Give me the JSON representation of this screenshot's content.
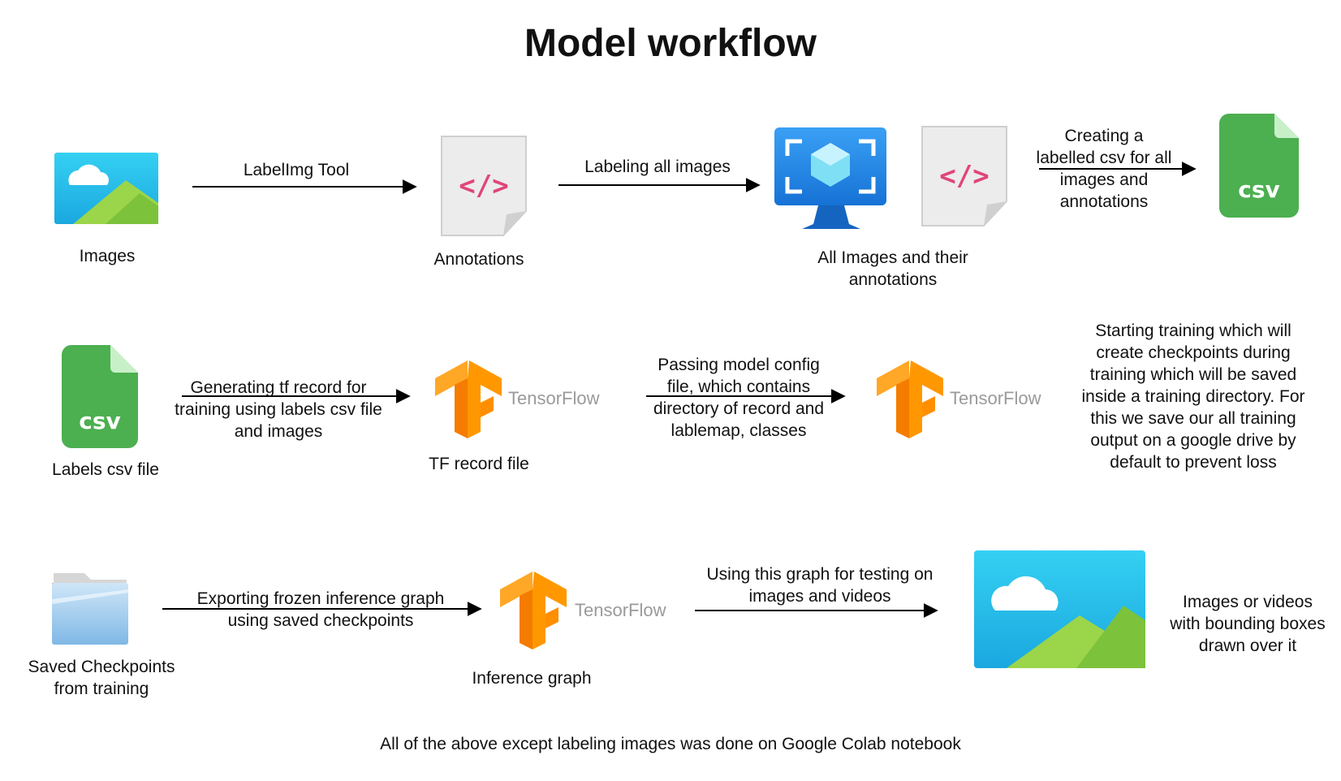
{
  "title": "Model workflow",
  "row1": {
    "images_label": "Images",
    "edge1_label": "LabelImg Tool",
    "annotations_label": "Annotations",
    "edge2_label": "Labeling all images",
    "all_images_label": [
      "All Images and their",
      "annotations"
    ],
    "edge3_label": [
      "Creating a",
      "labelled csv for all",
      "images and",
      "annotations"
    ],
    "csv_icon_text": "csv"
  },
  "row2": {
    "csv_label": "Labels csv file",
    "csv_icon_text": "csv",
    "edge1_label": [
      "Generating tf record for",
      "training using labels csv file",
      "and images"
    ],
    "tf_word": "TensorFlow",
    "tf_record_label": "TF record file",
    "edge2_label": [
      "Passing model config",
      "file, which contains",
      "directory of record and",
      "lablemap, classes"
    ],
    "tf_word2": "TensorFlow",
    "training_note": [
      "Starting training which will",
      "create checkpoints during",
      "training which will be saved",
      "inside a training directory. For",
      "this we save our all training",
      "output on a google drive by",
      "default to prevent loss"
    ]
  },
  "row3": {
    "checkpoints_label": [
      "Saved Checkpoints",
      "from training"
    ],
    "edge1_label": [
      "Exporting frozen inference graph",
      "using saved checkpoints"
    ],
    "tf_word": "TensorFlow",
    "inference_label": "Inference graph",
    "edge2_label": [
      "Using this graph for testing on",
      "images and videos"
    ],
    "output_label": [
      "Images or videos",
      "with bounding boxes",
      "drawn over it"
    ]
  },
  "footer": "All of the above except labeling images was done on Google Colab notebook",
  "colors": {
    "csv_green": "#4caf50",
    "tf_orange": "#ff8f00",
    "image_sky": "#29c5ef",
    "grass": "#9bd54a",
    "code_pink": "#e0457b",
    "monitor_blue": "#1f8bf0"
  }
}
